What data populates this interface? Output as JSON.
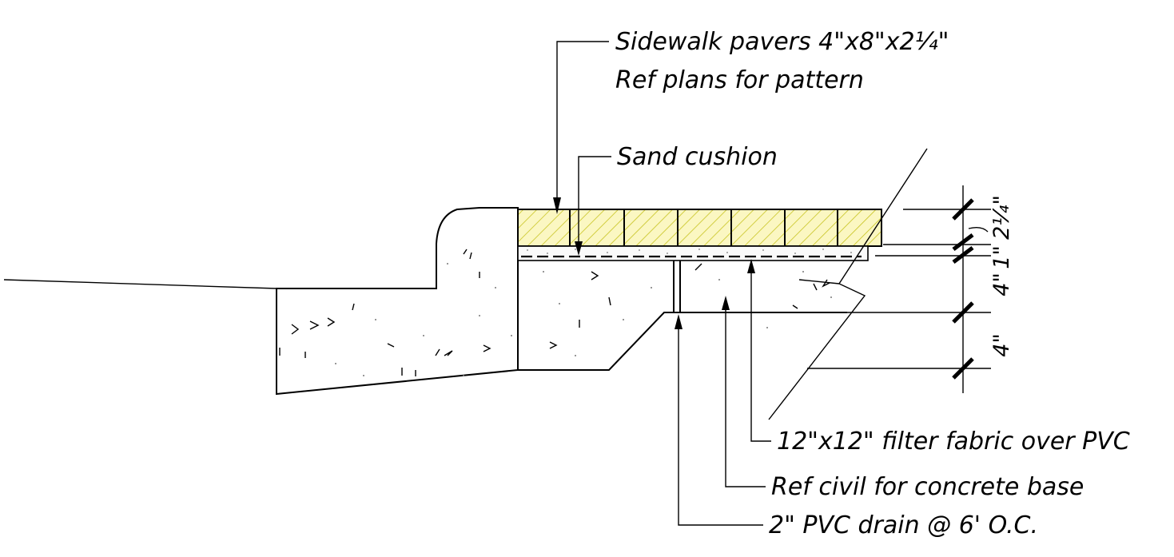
{
  "callouts": {
    "pavers_line1": "Sidewalk pavers 4\"x8\"x2¼\"",
    "pavers_line2": "Ref plans for pattern",
    "sand": "Sand cushion",
    "fabric": "12\"x12\" filter fabric over PVC",
    "concrete": "Ref civil for concrete base",
    "drain": "2\" PVC drain @ 6' O.C."
  },
  "dimensions": {
    "paver": "2¼\"",
    "sand": "1\"",
    "slab": "4\"",
    "base": "4\""
  },
  "colors": {
    "paver_fill": "#fbf7c2",
    "paver_hatch": "#c8c421",
    "line": "#000000"
  }
}
